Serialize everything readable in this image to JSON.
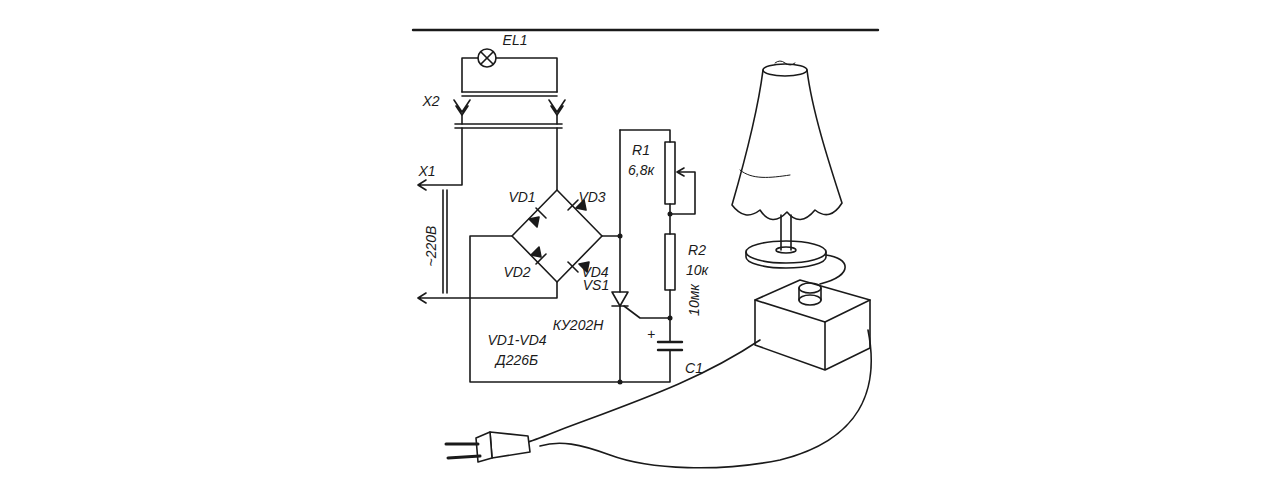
{
  "diagram": {
    "labels": [
      "EL1",
      "X2",
      "X1",
      "~220В",
      "VD1",
      "VD3",
      "VD2",
      "VD4",
      "R1",
      "6,8к",
      "R2",
      "10к",
      "VS1",
      "КУ202Н",
      "VD1-VD4",
      "Д226Б",
      "+",
      "10мк",
      "C1"
    ]
  }
}
